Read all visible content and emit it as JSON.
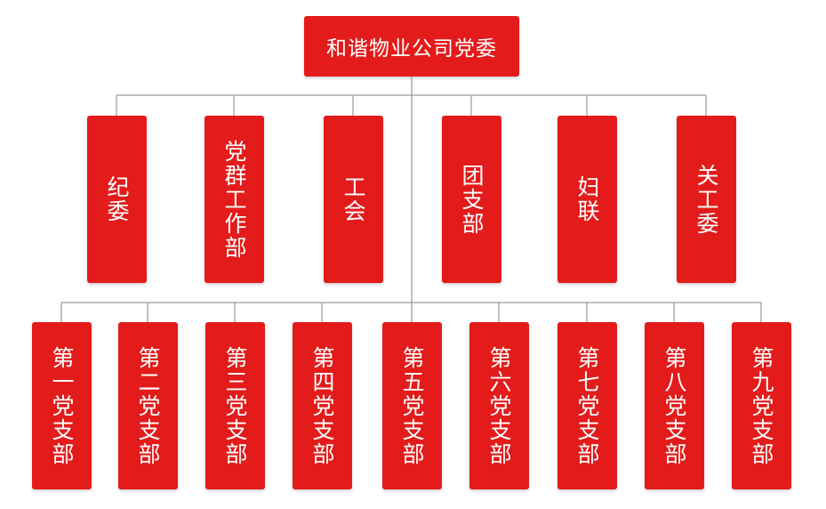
{
  "chart": {
    "root": "和谐物业公司党委",
    "departments": [
      {
        "label": "纪委"
      },
      {
        "label": "党群工作部"
      },
      {
        "label": "工会"
      },
      {
        "label": "团支部"
      },
      {
        "label": "妇联"
      },
      {
        "label": "关工委"
      }
    ],
    "branches": [
      {
        "label": "第一党支部"
      },
      {
        "label": "第二党支部"
      },
      {
        "label": "第三党支部"
      },
      {
        "label": "第四党支部"
      },
      {
        "label": "第五党支部"
      },
      {
        "label": "第六党支部"
      },
      {
        "label": "第七党支部"
      },
      {
        "label": "第八党支部"
      },
      {
        "label": "第九党支部"
      }
    ]
  },
  "colors": {
    "box_fill": "#e31b1b",
    "box_text": "#ffffff",
    "connector": "#9a9a9a"
  }
}
